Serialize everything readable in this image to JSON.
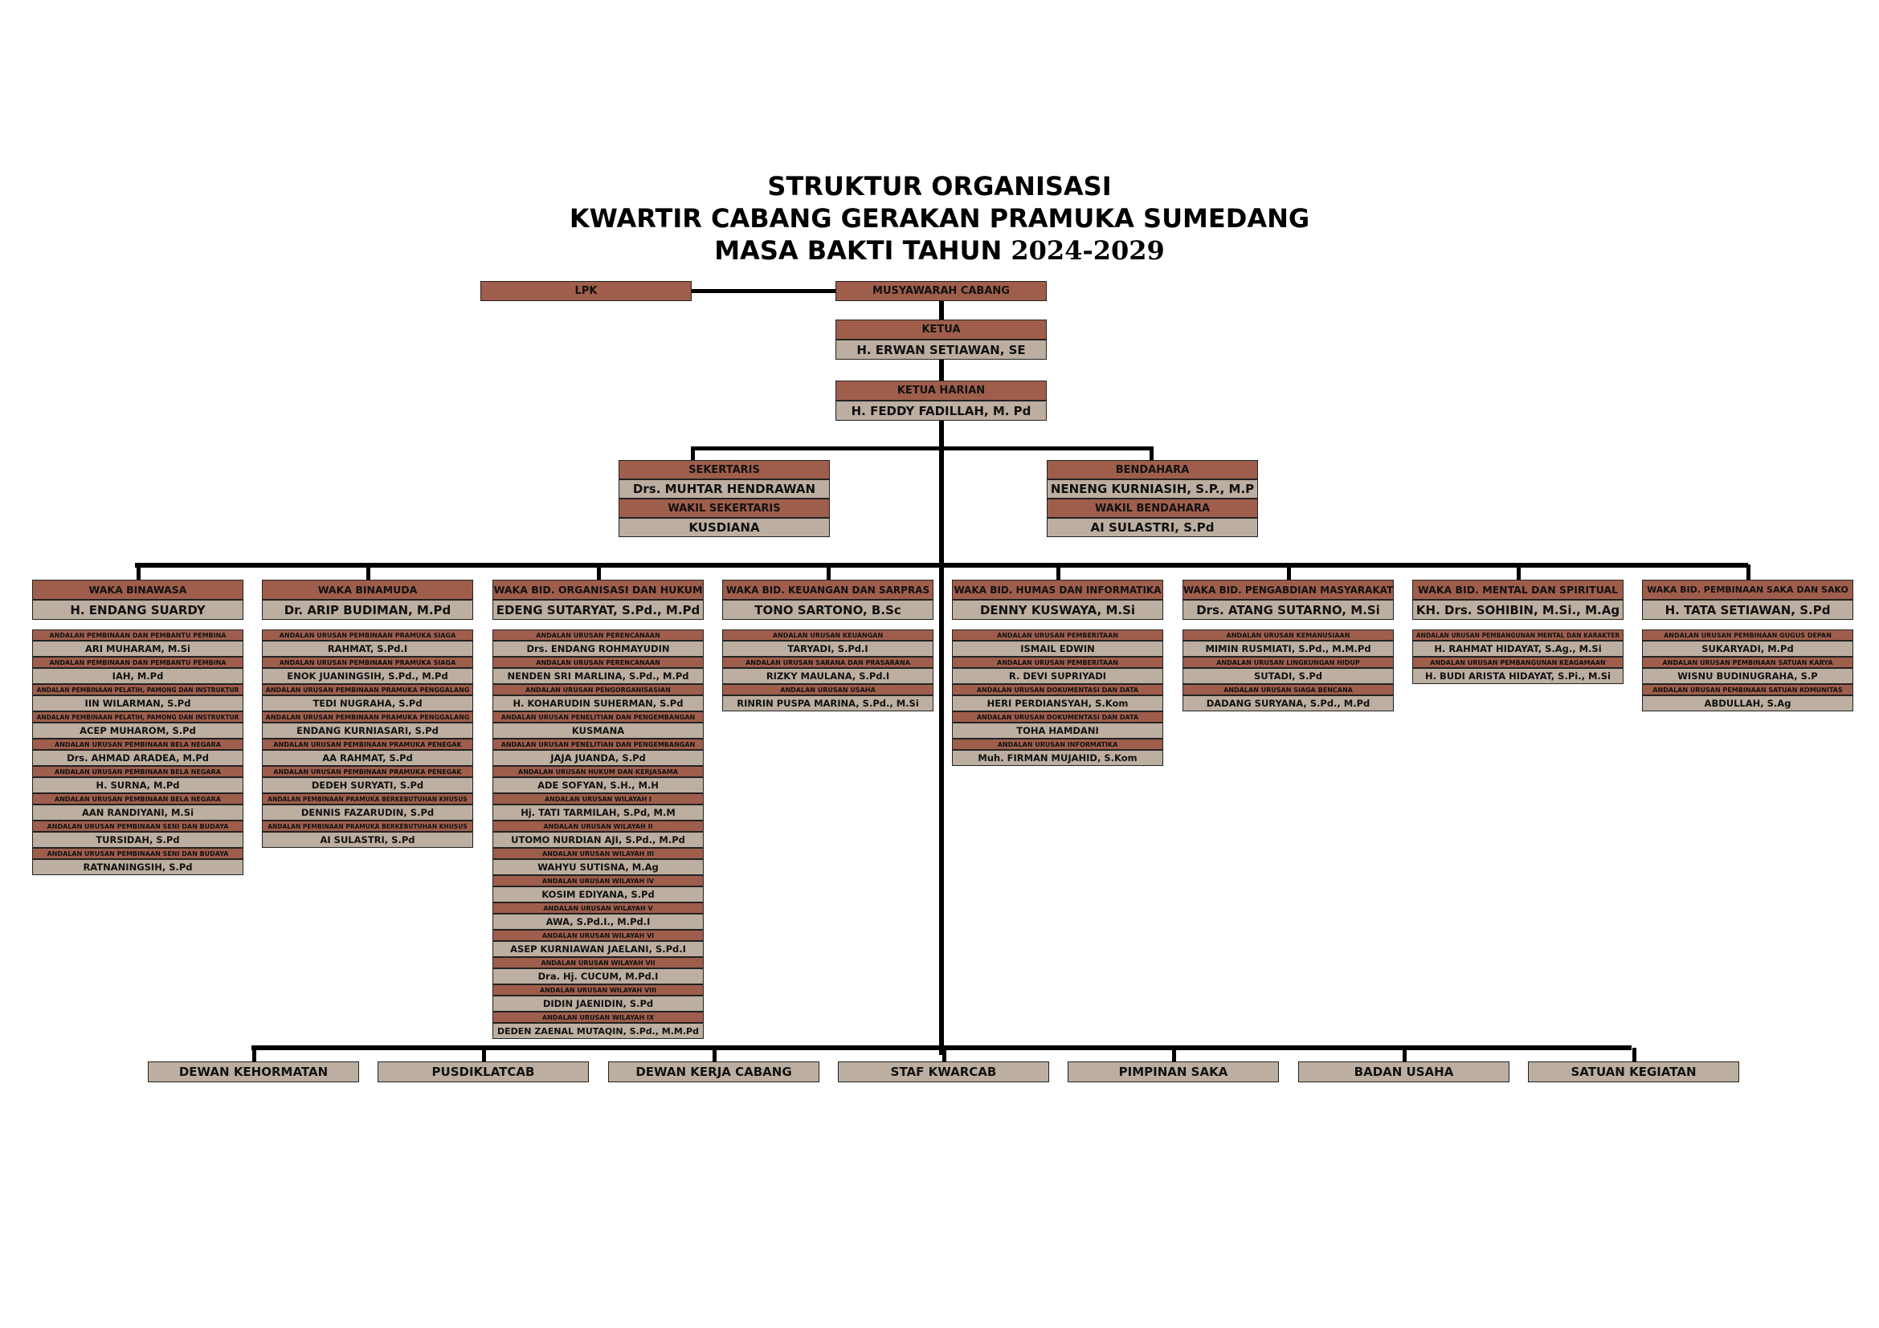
{
  "title": {
    "line1": "STRUKTUR ORGANISASI",
    "line2": "KWARTIR CABANG GERAKAN PRAMUKA SUMEDANG",
    "line3_text": "MASA BAKTI TAHUN ",
    "line3_year": "2024-2029"
  },
  "top": {
    "lpk": "LPK",
    "muscab": "MUSYAWARAH CABANG",
    "ketua_label": "KETUA",
    "ketua_name": "H. ERWAN SETIAWAN, SE",
    "ketua_harian_label": "KETUA HARIAN",
    "ketua_harian_name": "H. FEDDY FADILLAH, M. Pd"
  },
  "sekretaris": {
    "label": "SEKERTARIS",
    "name": "Drs. MUHTAR HENDRAWAN",
    "wakil_label": "WAKIL SEKERTARIS",
    "wakil_name": "KUSDIANA"
  },
  "bendahara": {
    "label": "BENDAHARA",
    "name": "NENENG KURNIASIH, S.P., M.P",
    "wakil_label": "WAKIL BENDAHARA",
    "wakil_name": "AI SULASTRI, S.Pd"
  },
  "wakas": [
    {
      "label": "WAKA BINAWASA",
      "name": "H. ENDANG SUARDY",
      "items": [
        {
          "role": "ANDALAN PEMBINAAN DAN PEMBANTU PEMBINA",
          "name": "ARI MUHARAM, M.Si"
        },
        {
          "role": "ANDALAN PEMBINAAN DAN PEMBANTU PEMBINA",
          "name": "IAH, M.Pd"
        },
        {
          "role": "ANDALAN PEMBINAAN PELATIH, PAMONG DAN INSTRUKTUR",
          "name": "IIN WILARMAN, S.Pd"
        },
        {
          "role": "ANDALAN PEMBINAAN PELATIH, PAMONG DAN INSTRUKTUR",
          "name": "ACEP MUHAROM, S.Pd"
        },
        {
          "role": "ANDALAN URUSAN PEMBINAAN BELA NEGARA",
          "name": "Drs. AHMAD ARADEA, M.Pd"
        },
        {
          "role": "ANDALAN URUSAN PEMBINAAN BELA NEGARA",
          "name": "H. SURNA, M.Pd"
        },
        {
          "role": "ANDALAN URUSAN PEMBINAAN BELA NEGARA",
          "name": "AAN RANDIYANI, M.Si"
        },
        {
          "role": "ANDALAN URUSAN PEMBINAAN SENI DAN BUDAYA",
          "name": "TURSIDAH, S.Pd"
        },
        {
          "role": "ANDALAN URUSAN PEMBINAAN SENI DAN BUDAYA",
          "name": "RATNANINGSIH, S.Pd"
        }
      ]
    },
    {
      "label": "WAKA BINAMUDA",
      "name": "Dr. ARIP BUDIMAN, M.Pd",
      "items": [
        {
          "role": "ANDALAN URUSAN PEMBINAAN PRAMUKA SIAGA",
          "name": "RAHMAT, S.Pd.I"
        },
        {
          "role": "ANDALAN URUSAN PEMBINAAN PRAMUKA SIAGA",
          "name": "ENOK JUANINGSIH, S.Pd., M.Pd"
        },
        {
          "role": "ANDALAN URUSAN PEMBINAAN PRAMUKA PENGGALANG",
          "name": "TEDI NUGRAHA, S.Pd"
        },
        {
          "role": "ANDALAN URUSAN PEMBINAAN PRAMUKA PENGGALANG",
          "name": "ENDANG KURNIASARI, S.Pd"
        },
        {
          "role": "ANDALAN URUSAN PEMBINAAN PRAMUKA PENEGAK",
          "name": "AA RAHMAT, S.Pd"
        },
        {
          "role": "ANDALAN URUSAN PEMBINAAN PRAMUKA PENEGAK",
          "name": "DEDEH SURYATI, S.Pd"
        },
        {
          "role": "ANDALAN PEMBINAAN PRAMUKA BERKEBUTUHAN KHUSUS",
          "name": "DENNIS FAZARUDIN, S.Pd"
        },
        {
          "role": "ANDALAN PEMBINAAN PRAMUKA BERKEBUTUHAN KHUSUS",
          "name": "AI SULASTRI, S.Pd"
        }
      ]
    },
    {
      "label": "WAKA BID. ORGANISASI DAN HUKUM",
      "name": "EDENG SUTARYAT, S.Pd., M.Pd",
      "items": [
        {
          "role": "ANDALAN URUSAN PERENCANAAN",
          "name": "Drs. ENDANG ROHMAYUDIN"
        },
        {
          "role": "ANDALAN URUSAN PERENCANAAN",
          "name": "NENDEN SRI MARLINA, S.Pd., M.Pd"
        },
        {
          "role": "ANDALAN URUSAN PENGORGANISASIAN",
          "name": "H. KOHARUDIN SUHERMAN, S.Pd"
        },
        {
          "role": "ANDALAN URUSAN PENELITIAN DAN PENGEMBANGAN",
          "name": "KUSMANA"
        },
        {
          "role": "ANDALAN URUSAN PENELITIAN DAN PENGEMBANGAN",
          "name": "JAJA JUANDA, S.Pd"
        },
        {
          "role": "ANDALAN URUSAN HUKUM DAN KERJASAMA",
          "name": "ADE SOFYAN, S.H., M.H"
        },
        {
          "role": "ANDALAN URUSAN WILAYAH I",
          "name": "Hj. TATI TARMILAH, S.Pd, M.M"
        },
        {
          "role": "ANDALAN URUSAN WILAYAH II",
          "name": "UTOMO NURDIAN AJI, S.Pd., M.Pd"
        },
        {
          "role": "ANDALAN URUSAN WILAYAH III",
          "name": "WAHYU SUTISNA, M.Ag"
        },
        {
          "role": "ANDALAN URUSAN WILAYAH IV",
          "name": "KOSIM EDIYANA, S.Pd"
        },
        {
          "role": "ANDALAN URUSAN WILAYAH V",
          "name": "AWA, S.Pd.I., M.Pd.I"
        },
        {
          "role": "ANDALAN URUSAN WILAYAH VI",
          "name": "ASEP KURNIAWAN JAELANI, S.Pd.I"
        },
        {
          "role": "ANDALAN URUSAN WILAYAH VII",
          "name": "Dra. Hj. CUCUM, M.Pd.I"
        },
        {
          "role": "ANDALAN URUSAN WILAYAH VIII",
          "name": "DIDIN JAENIDIN, S.Pd"
        },
        {
          "role": "ANDALAN URUSAN WILAYAH IX",
          "name": "DEDEN ZAENAL MUTAQIN, S.Pd., M.M.Pd"
        }
      ]
    },
    {
      "label": "WAKA BID. KEUANGAN DAN SARPRAS",
      "name": "TONO SARTONO, B.Sc",
      "items": [
        {
          "role": "ANDALAN URUSAN KEUANGAN",
          "name": "TARYADI, S.Pd.I"
        },
        {
          "role": "ANDALAN URUSAN SARANA DAN PRASARANA",
          "name": "RIZKY MAULANA, S.Pd.I"
        },
        {
          "role": "ANDALAN URUSAN USAHA",
          "name": "RINRIN PUSPA MARINA, S.Pd., M.Si"
        }
      ]
    },
    {
      "label": "WAKA BID. HUMAS DAN INFORMATIKA",
      "name": "DENNY KUSWAYA, M.Si",
      "items": [
        {
          "role": "ANDALAN URUSAN PEMBERITAAN",
          "name": "ISMAIL EDWIN"
        },
        {
          "role": "ANDALAN URUSAN PEMBERITAAN",
          "name": "R. DEVI SUPRIYADI"
        },
        {
          "role": "ANDALAN URUSAN DOKUMENTASI DAN DATA",
          "name": "HERI PERDIANSYAH, S.Kom"
        },
        {
          "role": "ANDALAN URUSAN DOKUMENTASI DAN DATA",
          "name": "TOHA HAMDANI"
        },
        {
          "role": "ANDALAN URUSAN INFORMATIKA",
          "name": "Muh. FIRMAN MUJAHID, S.Kom"
        }
      ]
    },
    {
      "label": "WAKA BID. PENGABDIAN MASYARAKAT",
      "name": "Drs. ATANG SUTARNO, M.Si",
      "items": [
        {
          "role": "ANDALAN URUSAN KEMANUSIAAN",
          "name": "MIMIN RUSMIATI, S.Pd., M.M.Pd"
        },
        {
          "role": "ANDALAN URUSAN LINGKUNGAN HIDUP",
          "name": "SUTADI, S.Pd"
        },
        {
          "role": "ANDALAN URUSAN SIAGA BENCANA",
          "name": "DADANG SURYANA, S.Pd., M.Pd"
        }
      ]
    },
    {
      "label": "WAKA BID. MENTAL DAN SPIRITUAL",
      "name": "KH. Drs. SOHIBIN, M.Si., M.Ag",
      "items": [
        {
          "role": "ANDALAN URUSAN PEMBANGUNAN MENTAL DAN KARAKTER",
          "name": "H. RAHMAT HIDAYAT, S.Ag., M.Si"
        },
        {
          "role": "ANDALAN URUSAN PEMBANGUNAN KEAGAMAAN",
          "name": "H. BUDI ARISTA HIDAYAT, S.Pi., M.Si"
        }
      ]
    },
    {
      "label": "WAKA BID. PEMBINAAN SAKA DAN SAKO",
      "name": "H. TATA SETIAWAN, S.Pd",
      "items": [
        {
          "role": "ANDALAN URUSAN PEMBINAAN GUGUS DEPAN",
          "name": "SUKARYADI, M.Pd"
        },
        {
          "role": "ANDALAN URUSAN PEMBINAAN SATUAN KARYA",
          "name": "WISNU BUDINUGRAHA, S.P"
        },
        {
          "role": "ANDALAN URUSAN PEMBINAAN SATUAN KOMUNITAS",
          "name": "ABDULLAH, S.Ag"
        }
      ]
    }
  ],
  "bottom": [
    "DEWAN KEHORMATAN",
    "PUSDIKLATCAB",
    "DEWAN KERJA CABANG",
    "STAF KWARCAB",
    "PIMPINAN SAKA",
    "BADAN USAHA",
    "SATUAN KEGIATAN"
  ],
  "colors": {
    "header": "#9f5e4c",
    "name": "#bcaea0",
    "line": "#000000"
  }
}
